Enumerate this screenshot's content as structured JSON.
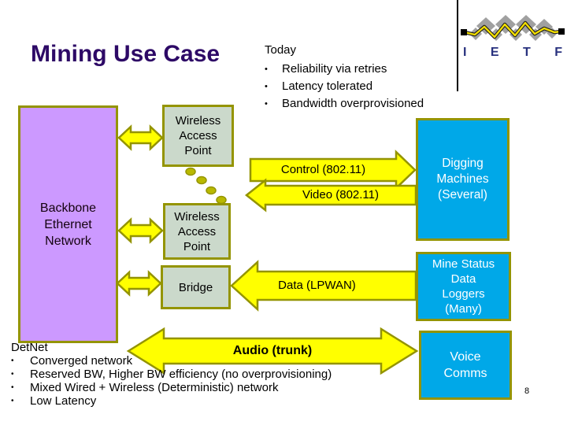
{
  "slide": {
    "title": "Mining Use Case",
    "page_number": "8"
  },
  "ietf": {
    "letters": [
      "I",
      "E",
      "T",
      "F"
    ]
  },
  "today": {
    "heading": "Today",
    "bullet_char": "•",
    "items": [
      "Reliability via retries",
      "Latency tolerated",
      "Bandwidth overprovisioned"
    ]
  },
  "detnet": {
    "heading": "DetNet",
    "bullet_char": "•",
    "items": [
      "Converged network",
      "Reserved BW, Higher BW efficiency (no overprovisioning)",
      "Mixed Wired + Wireless (Deterministic) network",
      "Low Latency"
    ]
  },
  "nodes": {
    "backbone": {
      "lines": [
        "Backbone",
        "Ethernet",
        "Network"
      ]
    },
    "wap1": {
      "lines": [
        "Wireless",
        "Access",
        "Point"
      ]
    },
    "wap2": {
      "lines": [
        "Wireless",
        "Access",
        "Point"
      ]
    },
    "bridge": {
      "label": "Bridge"
    },
    "digging": {
      "lines": [
        "Digging",
        "Machines",
        "(Several)"
      ]
    },
    "mine_status": {
      "lines": [
        "Mine Status",
        "Data",
        "Loggers",
        "(Many)"
      ]
    },
    "voice": {
      "lines": [
        "Voice",
        "Comms"
      ]
    }
  },
  "flows": {
    "control": {
      "label": "Control (802.11)"
    },
    "video": {
      "label": "Video (802.11)"
    },
    "data": {
      "label": "Data (LPWAN)"
    },
    "audio": {
      "label": "Audio (trunk)"
    }
  },
  "colors": {
    "title_color": "#2D0966",
    "arrow_fill": "#FFFF00",
    "shape_border": "#949400",
    "backbone_fill": "#CC99FF",
    "device_fill": "#CBD9CB",
    "endpoint_fill": "#00A8E8",
    "endpoint_text": "#FFFFFF",
    "ietf_blue": "#28317E",
    "diamond_gray": "#A0A0A0",
    "zigzag_yellow": "#F2DE00",
    "wireless_dot": "#B9B900"
  }
}
